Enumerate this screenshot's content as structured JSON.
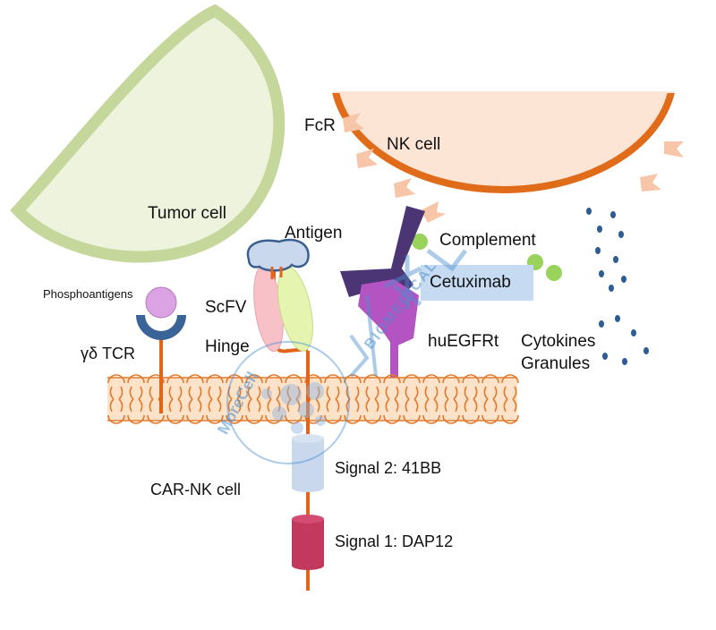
{
  "labels": {
    "tumor_cell": "Tumor cell",
    "nk_cell": "NK cell",
    "fcr": "FcR",
    "antigen": "Antigen",
    "complement": "Complement",
    "cetuximab": "Cetuximab",
    "huegfrt": "huEGFRt",
    "phosphoantigens": "Phosphoantigens",
    "gd_tcr": "γδ TCR",
    "scfv": "ScFV",
    "hinge": "Hinge",
    "cytokines": "Cytokines",
    "granules": "Granules",
    "signal2": "Signal 2: 41BB",
    "signal1": "Signal 1: DAP12",
    "car_nk_cell": "CAR-NK cell"
  },
  "watermark": {
    "text_a": "MoreCell",
    "text_b": "BIOMEDICAL"
  },
  "colors": {
    "tumor_fill": "#edf3dd",
    "tumor_border": "#c6d79b",
    "nk_fill": "#fde5d6",
    "nk_border": "#e06c1a",
    "fcr": "#f7c6a8",
    "membrane_fill": "#fbe2c9",
    "membrane_line": "#e27a2c",
    "stalk": "#e0651a",
    "antigen": "#c9d8ec",
    "scfv_pink": "#f8c1c8",
    "scfv_green": "#e5f5b0",
    "phosphoantigen": "#dba3e3",
    "tcr": "#3a6398",
    "cetuximab": "#4b3575",
    "huegfrt": "#b453c2",
    "complement": "#99d35b",
    "dots": "#2e5c95",
    "signal2": "#c9d8ec",
    "signal1": "#c2385e",
    "cetux_box": "#c6daf2"
  }
}
